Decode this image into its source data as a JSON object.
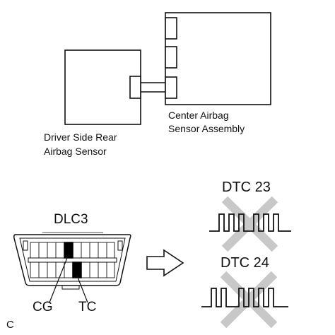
{
  "labels": {
    "center_airbag_line1": "Center Airbag",
    "center_airbag_line2": "Sensor Assembly",
    "driver_sensor_line1": "Driver Side Rear",
    "driver_sensor_line2": "Airbag Sensor",
    "dlc3": "DLC3",
    "cg": "CG",
    "tc": "TC",
    "dtc_top": "DTC 23",
    "dtc_bottom": "DTC 24",
    "corner_mark": "C"
  },
  "colors": {
    "line": "#111111",
    "cross": "#c8c8c8",
    "terminal_fill": "#000000",
    "background": "#ffffff"
  },
  "icons": {
    "arrow": "hollow-right-arrow-icon",
    "cross_mark": "x-cross-icon"
  }
}
